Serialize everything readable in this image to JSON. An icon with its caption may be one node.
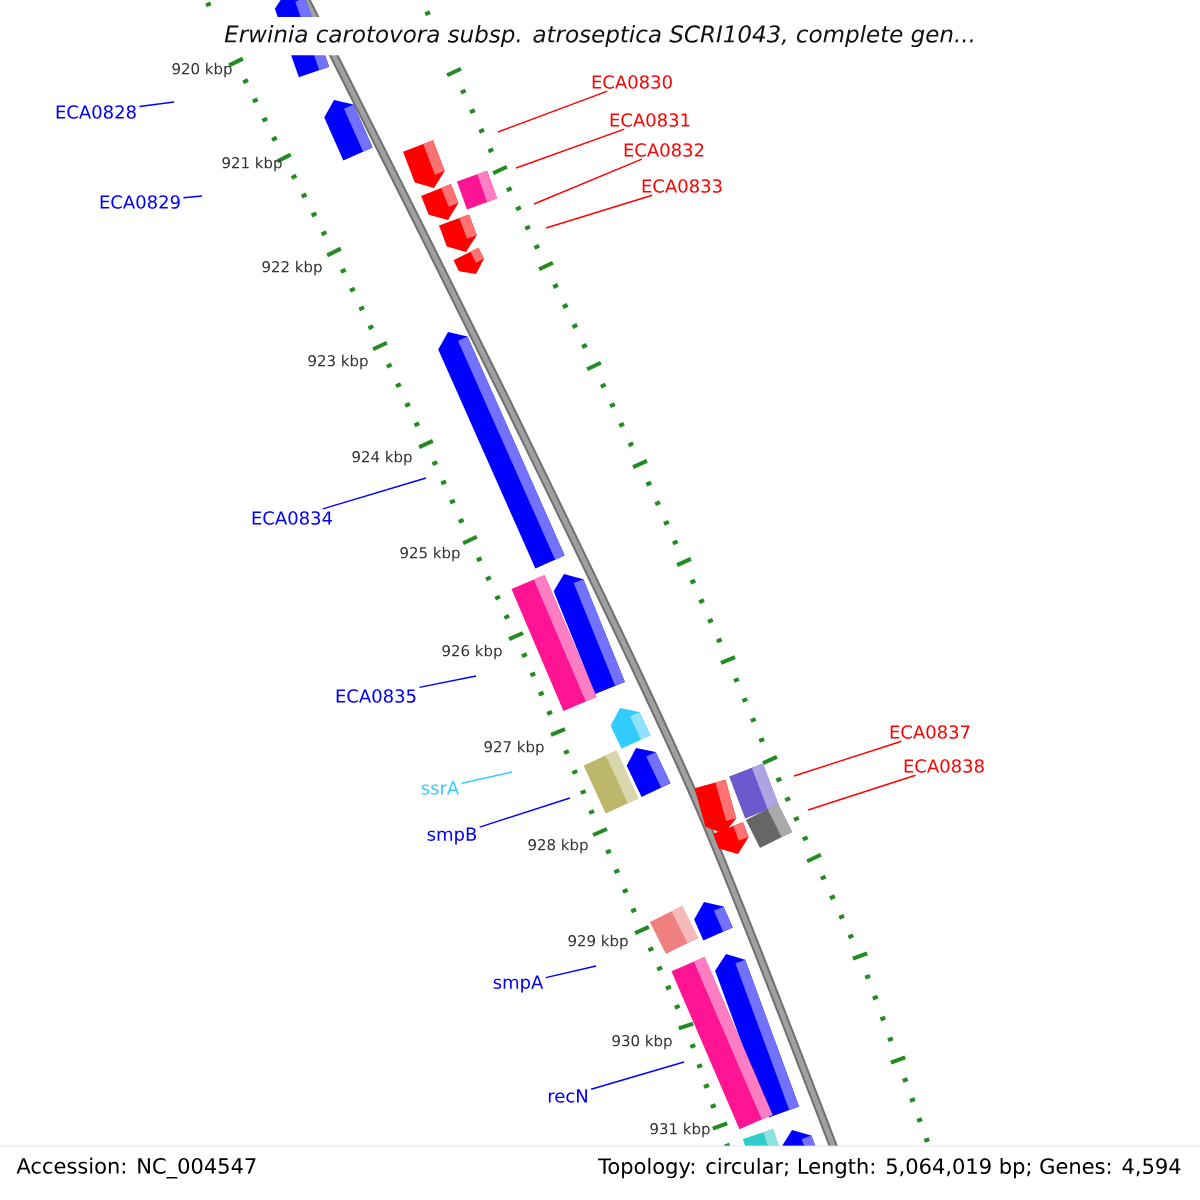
{
  "diagram": {
    "title": "Erwinia carotovora subsp. atroseptica SCRI1043, complete gen...",
    "nodes": [
      {
        "text": [
          "ECA0830"
        ]
      },
      {
        "text": [
          "ECA0828"
        ]
      },
      {
        "text": [
          "ECA0831"
        ]
      },
      {
        "text": [
          "ECA0832"
        ]
      },
      {
        "text": [
          "ECA0833"
        ]
      },
      {
        "text": [
          "ECA0829"
        ]
      },
      {
        "text": [
          "ECA0834"
        ]
      },
      {
        "text": [
          "ECA0835"
        ]
      },
      {
        "text": [
          "ECA0837"
        ]
      },
      {
        "text": [
          "ECA0838"
        ]
      },
      {
        "text": [
          "ssrA"
        ]
      },
      {
        "text": [
          "smpB"
        ]
      },
      {
        "text": [
          "smpA"
        ]
      },
      {
        "text": [
          "recN"
        ]
      }
    ],
    "edges": [
      {
        "from": 0,
        "to": null,
        "arrow": "none",
        "color": "#ff0000"
      },
      {
        "from": 1,
        "to": null,
        "arrow": "none"
      },
      {
        "from": 2,
        "to": null,
        "arrow": "none",
        "color": "#ff0000"
      },
      {
        "from": 3,
        "to": null,
        "arrow": "none",
        "color": "#ff0000"
      },
      {
        "from": 4,
        "to": null,
        "arrow": "none",
        "color": "#ff0000"
      },
      {
        "from": 5,
        "to": null,
        "arrow": "none"
      },
      {
        "from": 6,
        "to": null,
        "arrow": "none"
      },
      {
        "from": 7,
        "to": null,
        "arrow": "none"
      },
      {
        "from": 8,
        "to": null,
        "arrow": "none",
        "color": "#ff0000"
      },
      {
        "from": 9,
        "to": null,
        "arrow": "none",
        "color": "#ff0000"
      },
      {
        "from": 10,
        "to": null,
        "arrow": "none",
        "color": "#33ccff"
      },
      {
        "from": 11,
        "to": null,
        "arrow": "none"
      },
      {
        "from": 12,
        "to": null,
        "arrow": "none"
      },
      {
        "from": 13,
        "to": null,
        "arrow": "none"
      }
    ],
    "labels": [
      "920 kbp",
      "921 kbp",
      "922 kbp",
      "923 kbp",
      "924 kbp",
      "925 kbp",
      "926 kbp",
      "927 kbp",
      "928 kbp",
      "929 kbp",
      "930 kbp",
      "931 kbp",
      "Accession: NC_004547",
      "Topology: circular; Length: 5,064,019 bp; Genes: 4,594"
    ]
  }
}
